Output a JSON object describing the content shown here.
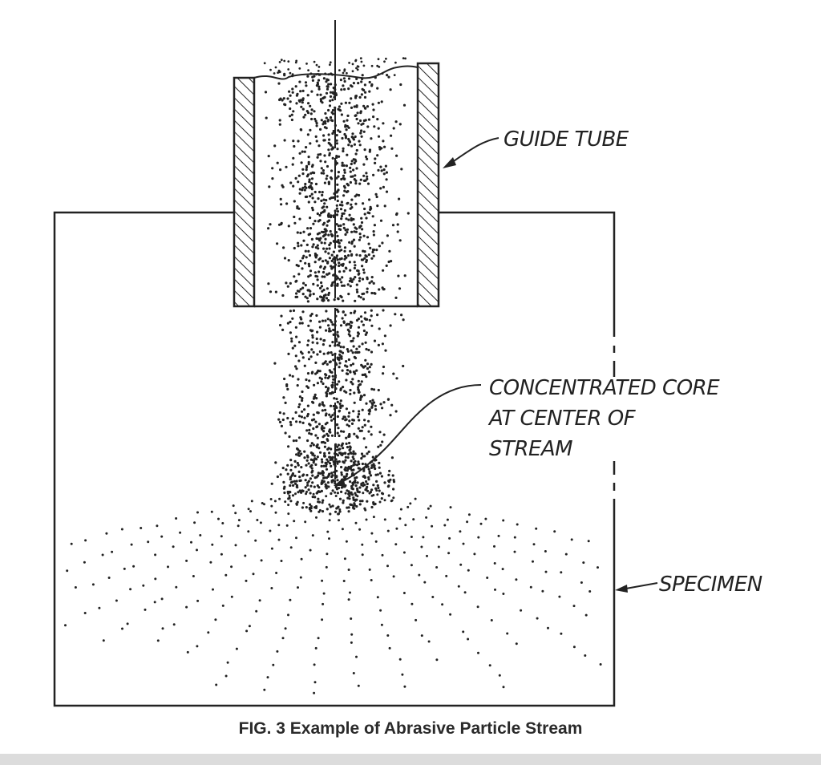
{
  "figure": {
    "caption": "FIG. 3 Example of Abrasive Particle Stream",
    "labels": {
      "guide_tube": "GUIDE TUBE",
      "core_line1": "CONCENTRATED CORE",
      "core_line2": "AT CENTER OF",
      "core_line3": "STREAM",
      "specimen": "SPECIMEN"
    }
  }
}
